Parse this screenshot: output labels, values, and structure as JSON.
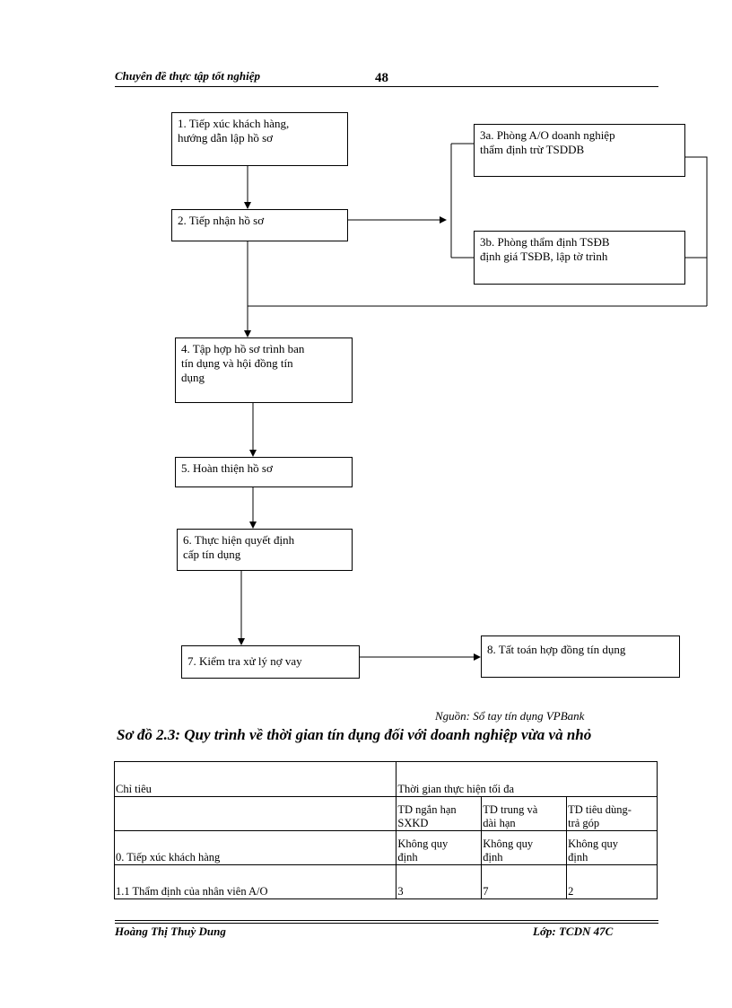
{
  "header": {
    "title": "Chuyên đề thực tập tốt nghiệp",
    "page_number": "48"
  },
  "flow": {
    "step1": [
      "1. Tiếp xúc khách hàng,",
      "hướng dẫn lập hồ sơ"
    ],
    "step2": [
      "2. Tiếp nhận hồ sơ"
    ],
    "step3a": [
      "3a. Phòng A/O doanh nghiệp",
      "thẩm định trừ TSDDB"
    ],
    "step3b": [
      "3b. Phòng thẩm định TSĐB",
      "định giá TSĐB, lập tờ trình"
    ],
    "step4": [
      "4. Tập hợp hồ sơ trình ban",
      "tín dụng và hội đồng tín",
      "dụng"
    ],
    "step5": [
      "5. Hoàn thiện hồ sơ"
    ],
    "step6": [
      "6. Thực hiện quyết định",
      "cấp tín dụng"
    ],
    "step7": [
      "7. Kiểm tra xử lý nợ vay"
    ],
    "step8": [
      "8. Tất toán hợp đồng tín dụng"
    ]
  },
  "source": "Nguồn: Sổ tay tín dụng VPBank",
  "caption": "Sơ đồ 2.3: Quy trình về thời gian tín dụng đối với doanh nghiệp vừa và nhỏ",
  "table": {
    "col_indicator": "Chỉ tiêu",
    "col_max_time": "Thời gian thực hiện tối đa",
    "sub_headers": [
      [
        "TD ngắn hạn",
        "SXKD"
      ],
      [
        "TD trung và",
        "dài hạn"
      ],
      [
        "TD tiêu dùng-",
        "trả góp"
      ]
    ],
    "rows": [
      {
        "label": "0. Tiếp xúc khách hàng",
        "values": [
          [
            "Không quy",
            "định"
          ],
          [
            "Không quy",
            "định"
          ],
          [
            "Không quy",
            "định"
          ]
        ]
      },
      {
        "label": "1.1 Thẩm định của nhân viên A/O",
        "values": [
          [
            "3"
          ],
          [
            "7"
          ],
          [
            "2"
          ]
        ]
      }
    ]
  },
  "footer": {
    "author": "Hoàng Thị Thuỳ Dung",
    "class": "Lớp: TCDN 47C"
  }
}
